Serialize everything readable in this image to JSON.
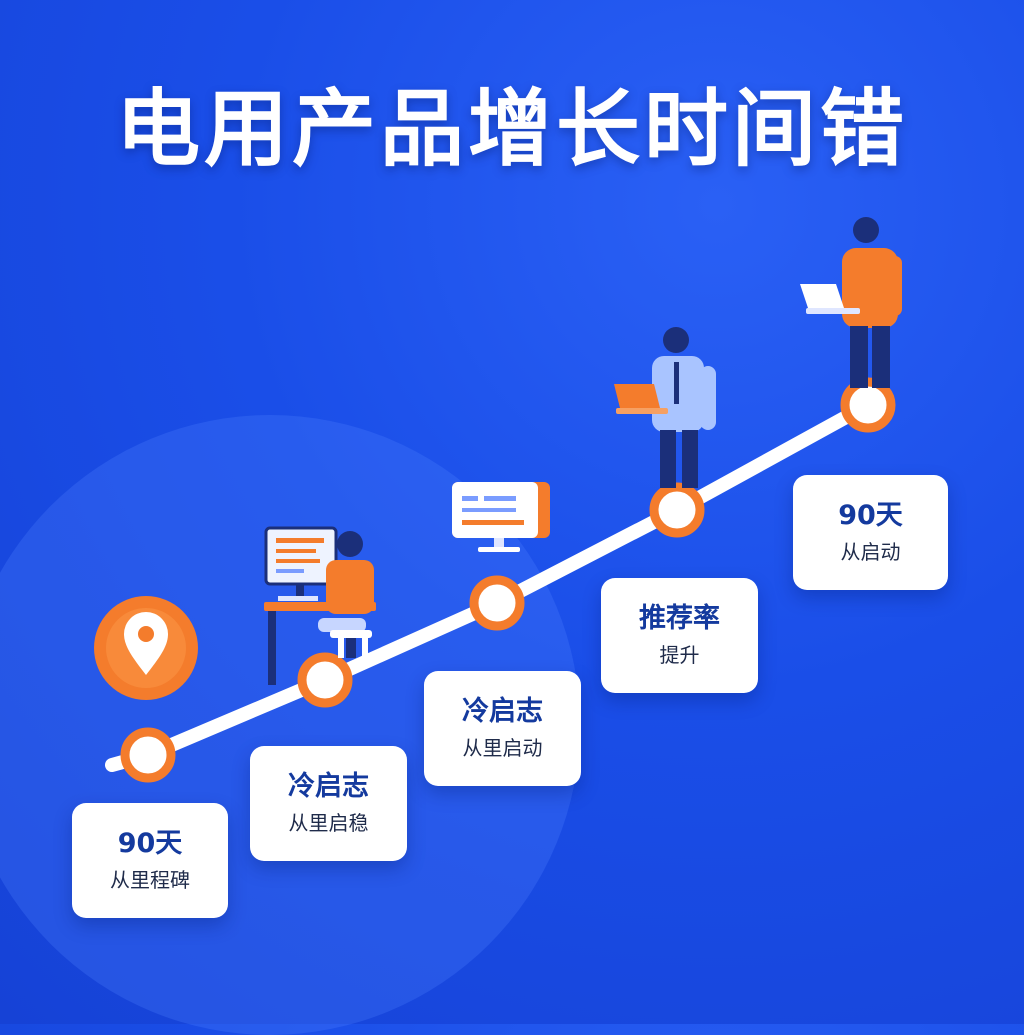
{
  "title": "电用产品增长时间错",
  "colors": {
    "background": "#1a4ee8",
    "accent_orange": "#f47c2c",
    "card": "#ffffff",
    "card_text": "#143a9e"
  },
  "milestones": [
    {
      "main": "90天",
      "sub": "从里程碑"
    },
    {
      "main": "冷启志",
      "sub": "从里启稳"
    },
    {
      "main": "冷启志",
      "sub": "从里启动"
    },
    {
      "main": "推荐率",
      "sub": "提升"
    },
    {
      "main": "90天",
      "sub": "从启动"
    }
  ],
  "icons": [
    "location-pin-icon",
    "monitor-icon",
    "laptop-icon"
  ]
}
